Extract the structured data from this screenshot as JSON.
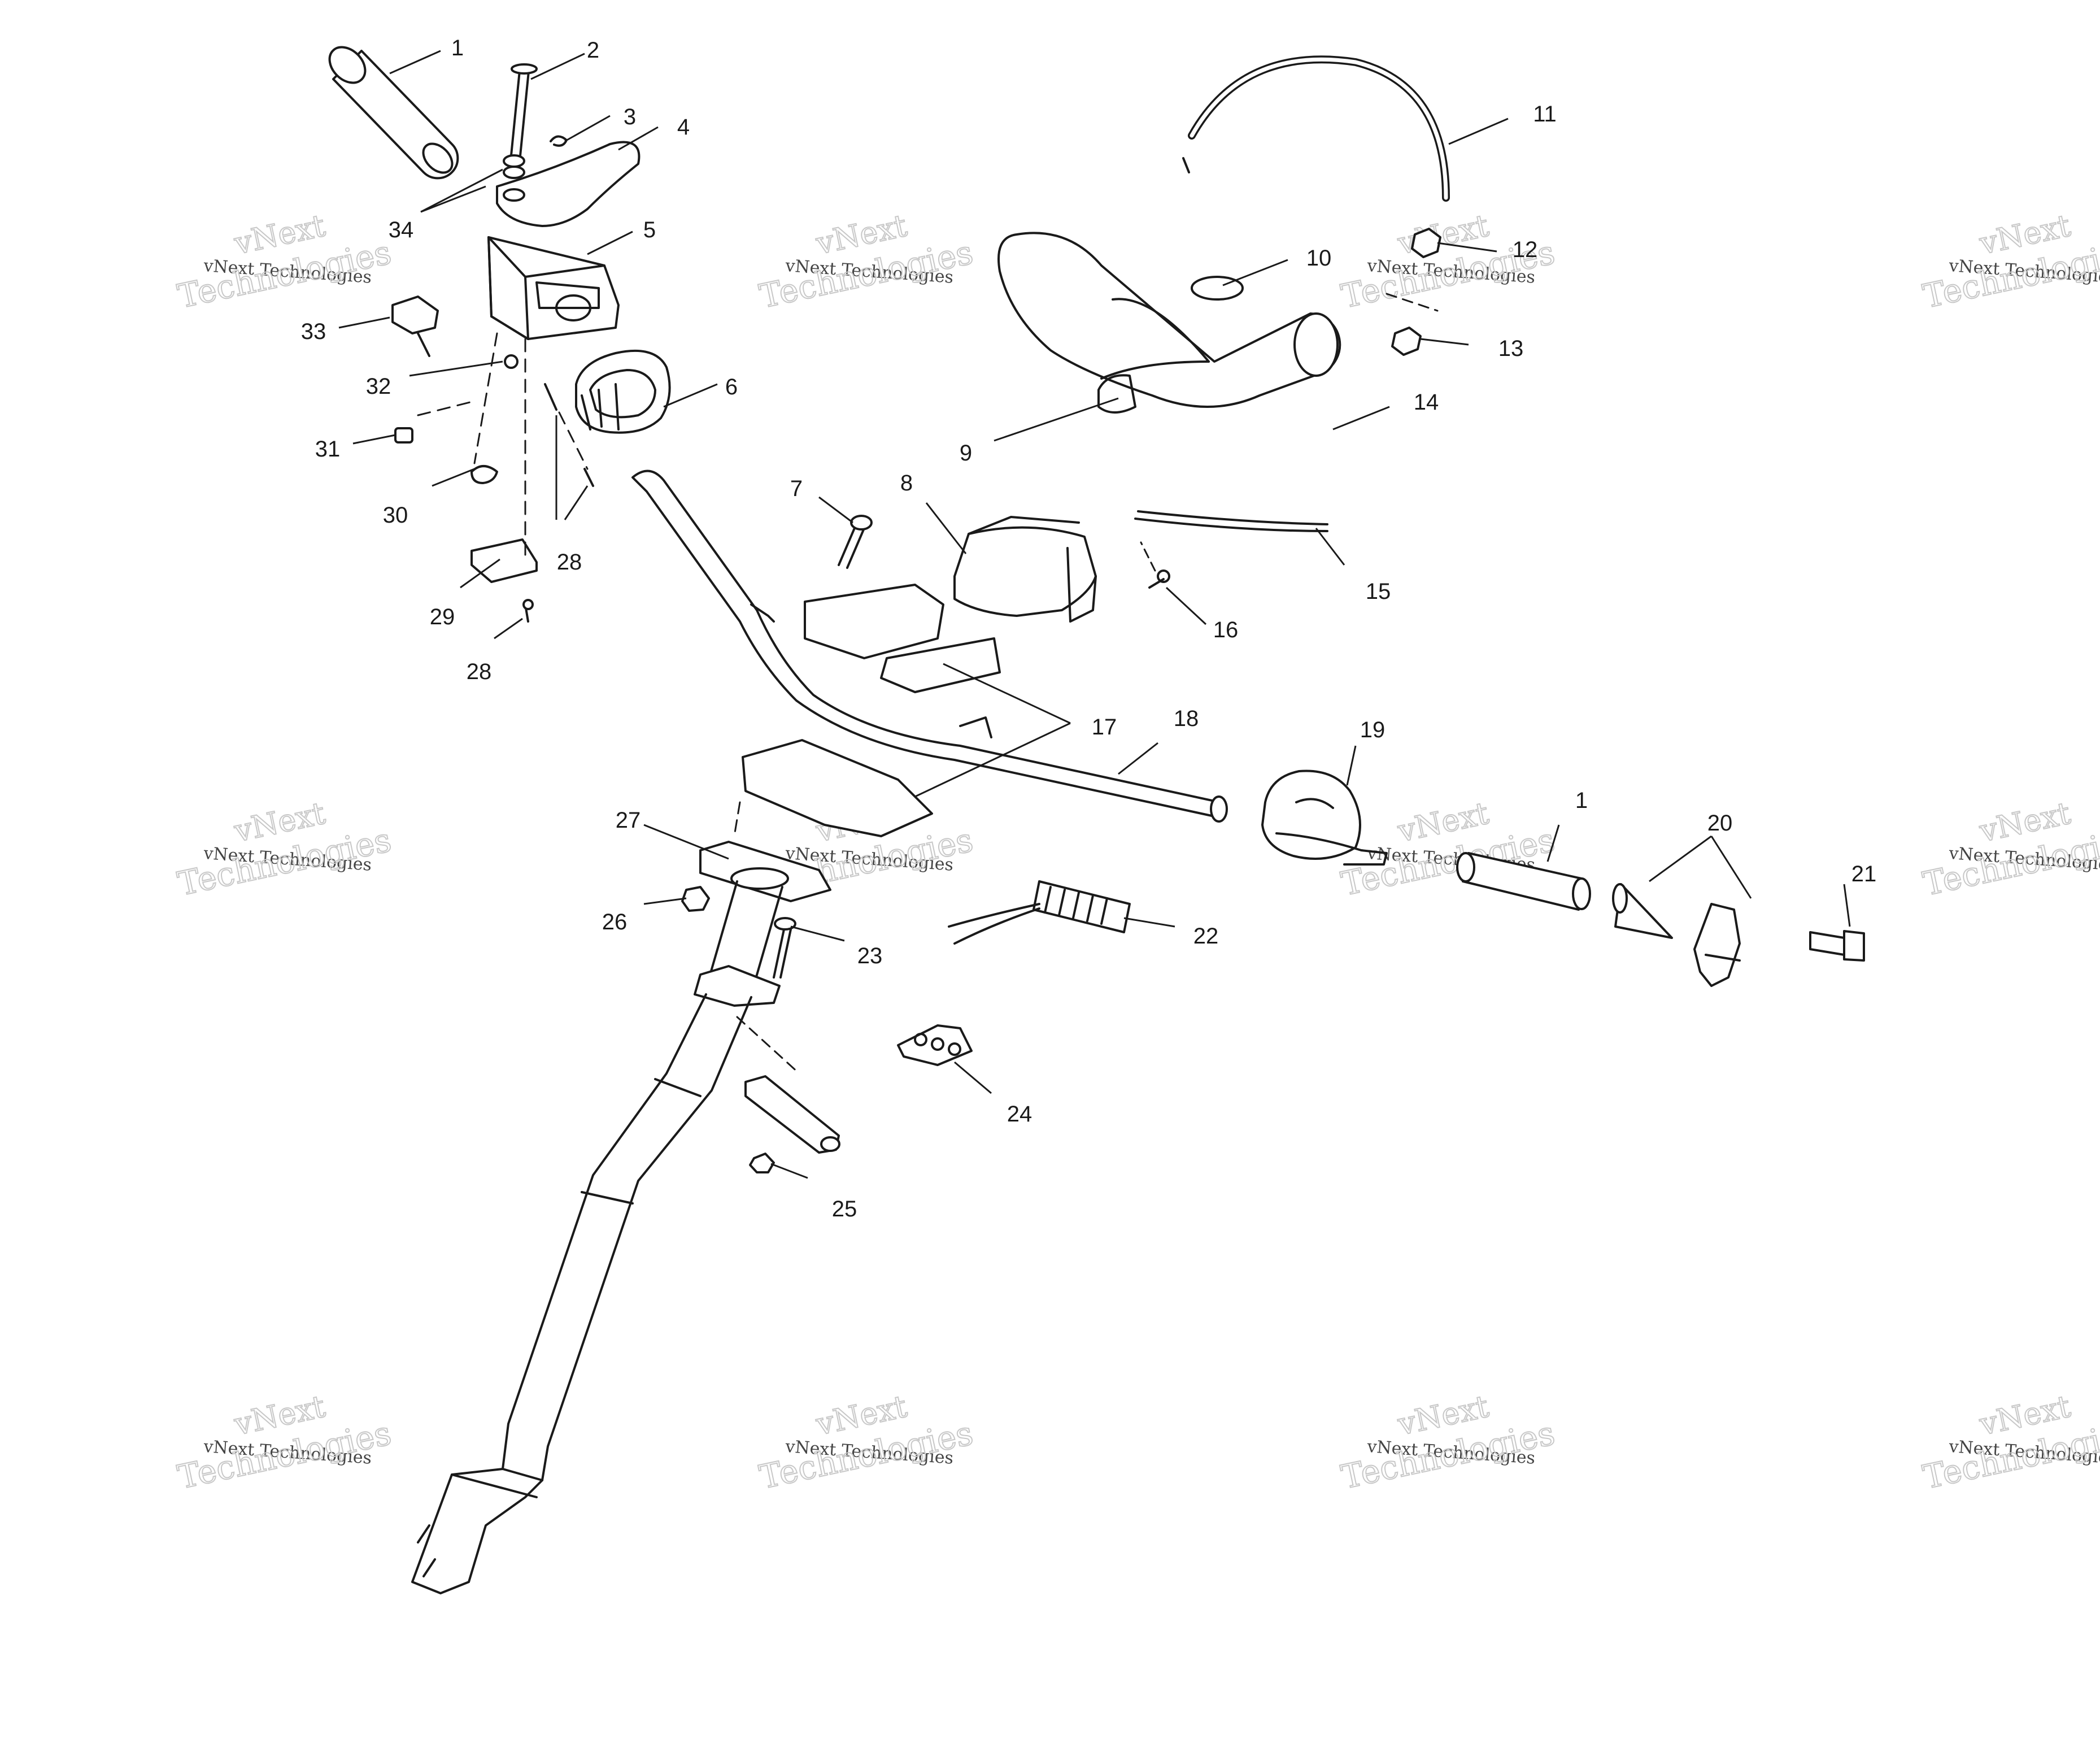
{
  "diagram": {
    "callouts": [
      "1",
      "2",
      "3",
      "4",
      "5",
      "6",
      "7",
      "8",
      "9",
      "10",
      "11",
      "12",
      "13",
      "14",
      "15",
      "16",
      "17",
      "18",
      "19",
      "1",
      "20",
      "21",
      "22",
      "23",
      "24",
      "25",
      "26",
      "27",
      "28",
      "28",
      "29",
      "30",
      "31",
      "32",
      "33",
      "34"
    ],
    "watermark": {
      "line1": "vNext",
      "line2": "vNext Technologies",
      "line3": "Technologies"
    }
  },
  "colors": {
    "ink": "#1a1a1a",
    "watermark": "#c8c8c8",
    "background": "#ffffff"
  }
}
